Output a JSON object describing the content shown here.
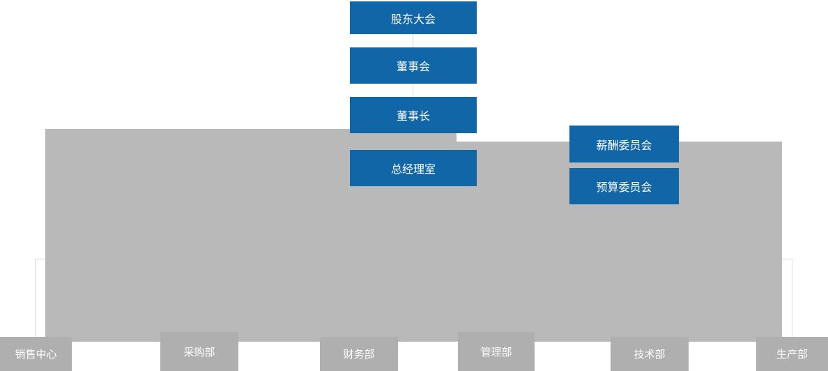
{
  "colors": {
    "primary_blue": "#1066A6",
    "block_gray": "#B9B9B9",
    "dept_gray": "#AFAFAF",
    "line_gray": "#D9D9D9",
    "text_white": "#FFFFFF"
  },
  "org_chart": {
    "hierarchy_nodes": [
      {
        "id": "shareholders-meeting",
        "label": "股东大会"
      },
      {
        "id": "board-of-directors",
        "label": "董事会"
      },
      {
        "id": "chairman",
        "label": "董事长"
      },
      {
        "id": "general-manager-office",
        "label": "总经理室"
      }
    ],
    "committees": [
      {
        "id": "compensation-committee",
        "label": "薪酬委员会"
      },
      {
        "id": "budget-committee",
        "label": "预算委员会"
      }
    ],
    "departments": [
      {
        "id": "sales-center",
        "label": "销售中心"
      },
      {
        "id": "procurement-dept",
        "label": "采购部"
      },
      {
        "id": "finance-dept",
        "label": "财务部"
      },
      {
        "id": "management-dept",
        "label": "管理部"
      },
      {
        "id": "technology-dept",
        "label": "技术部"
      },
      {
        "id": "production-dept",
        "label": "生产部"
      }
    ]
  }
}
